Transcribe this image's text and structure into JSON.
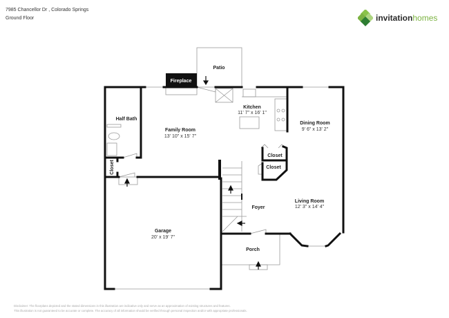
{
  "header": {
    "address": "7985 Chancellor Dr , Colorado Springs",
    "floor": "Ground Floor"
  },
  "logo": {
    "brand_part1": "invitation",
    "brand_part2": "homes",
    "colors": {
      "dark": "#2e7d32",
      "light": "#8bc34a"
    }
  },
  "rooms": {
    "patio": {
      "name": "Patio"
    },
    "fireplace": {
      "name": "Fireplace"
    },
    "kitchen": {
      "name": "Kitchen",
      "dims": "11' 7\" x 16' 1\""
    },
    "half_bath": {
      "name": "Half Bath"
    },
    "family_room": {
      "name": "Family Room",
      "dims": "13' 10\" x 15' 7\""
    },
    "dining_room": {
      "name": "Dining Room",
      "dims": "9' 6\" x 13' 2\""
    },
    "closet1": {
      "name": "Closet"
    },
    "closet2": {
      "name": "Closet"
    },
    "closet3": {
      "name": "Closet"
    },
    "foyer": {
      "name": "Foyer"
    },
    "living_room": {
      "name": "Living Room",
      "dims": "12' 3\" x 14' 4\""
    },
    "garage": {
      "name": "Garage",
      "dims": "20' x 19' 7\""
    },
    "porch": {
      "name": "Porch"
    }
  },
  "disclaimer": {
    "line1": "Disclaimer: The floorplans depicted and the stated dimensions in this illustration are indicative only and serve as an approximation of existing structures and features.",
    "line2": "This illustration is not guaranteed to be accurate or complete. The accuracy of all information should be verified through personal inspection and/or with appropriate professionals."
  }
}
